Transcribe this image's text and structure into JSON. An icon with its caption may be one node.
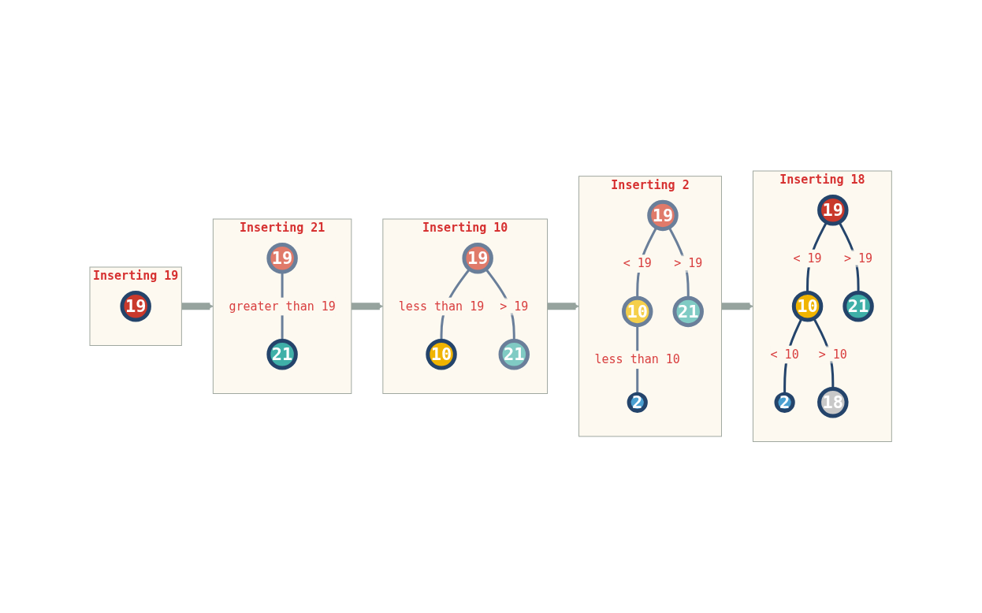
{
  "diagram": {
    "nodes": [
      {
        "text": [
          "Inserting 19"
        ]
      },
      {
        "text": [
          "19"
        ],
        "in": 0
      },
      {
        "text": [
          "Inserting 21"
        ]
      },
      {
        "text": [
          "19"
        ],
        "in": 2
      },
      {
        "text": [
          "21"
        ],
        "in": 2
      },
      {
        "text": [
          "Inserting 10"
        ]
      },
      {
        "text": [
          "19"
        ],
        "in": 5
      },
      {
        "text": [
          "10"
        ],
        "in": 5
      },
      {
        "text": [
          "21"
        ],
        "in": 5
      },
      {
        "text": [
          "Inserting 2"
        ]
      },
      {
        "text": [
          "19"
        ],
        "in": 9
      },
      {
        "text": [
          "10"
        ],
        "in": 9
      },
      {
        "text": [
          "21"
        ],
        "in": 9
      },
      {
        "text": [
          "2"
        ],
        "in": 9
      },
      {
        "text": [
          "Inserting 18"
        ]
      },
      {
        "text": [
          "19"
        ],
        "in": 14
      },
      {
        "text": [
          "10"
        ],
        "in": 14
      },
      {
        "text": [
          "21"
        ],
        "in": 14
      },
      {
        "text": [
          "2"
        ],
        "in": 14
      },
      {
        "text": [
          "18"
        ],
        "in": 14
      }
    ],
    "edges": [
      {
        "from": 0,
        "to": 2,
        "arrow": "to",
        "style": "thick",
        "color": "#96a39e"
      },
      {
        "from": 2,
        "to": 5,
        "arrow": "to",
        "style": "thick",
        "color": "#96a39e"
      },
      {
        "from": 5,
        "to": 9,
        "arrow": "to",
        "style": "thick",
        "color": "#96a39e"
      },
      {
        "from": 9,
        "to": 14,
        "arrow": "to",
        "style": "thick",
        "color": "#96a39e"
      },
      {
        "from": 3,
        "to": 4,
        "arrow": "none",
        "label": "greater than 19"
      },
      {
        "from": 6,
        "to": 7,
        "arrow": "none",
        "label": "less than 19"
      },
      {
        "from": 6,
        "to": 8,
        "arrow": "none",
        "label": "> 19"
      },
      {
        "from": 10,
        "to": 11,
        "arrow": "none",
        "label": "< 19"
      },
      {
        "from": 10,
        "to": 12,
        "arrow": "none",
        "label": "> 19"
      },
      {
        "from": 11,
        "to": 13,
        "arrow": "none",
        "label": "less than 10"
      },
      {
        "from": 15,
        "to": 16,
        "arrow": "none",
        "label": "< 19",
        "color": "#24446b"
      },
      {
        "from": 15,
        "to": 17,
        "arrow": "none",
        "label": "> 19",
        "color": "#24446b"
      },
      {
        "from": 16,
        "to": 18,
        "arrow": "none",
        "label": "< 10",
        "color": "#24446b"
      },
      {
        "from": 16,
        "to": 19,
        "arrow": "none",
        "label": "> 10",
        "color": "#24446b"
      }
    ]
  }
}
